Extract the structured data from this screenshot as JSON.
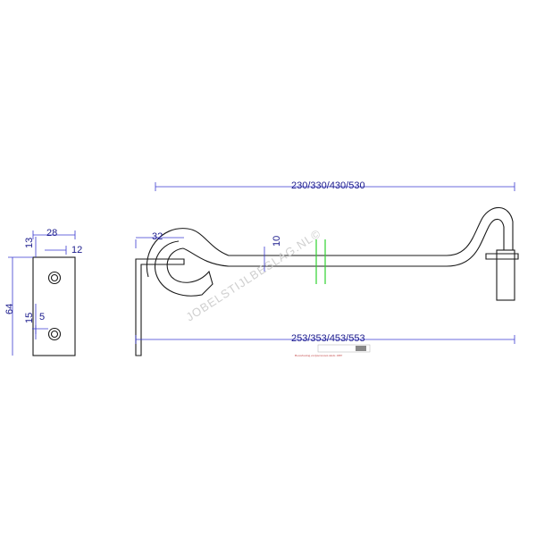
{
  "side_view": {
    "width_top": "28",
    "top_offset": "13",
    "hole_offset": "12",
    "height": "64",
    "hole_spacing": "15",
    "hole_diameter": "5"
  },
  "front_view": {
    "length_inner": "230/330/430/530",
    "hook_radius": "32",
    "rod_thickness": "10",
    "length_overall": "253/353/453/553"
  },
  "watermark": "JOBELSTIJLBESLAG.NL©",
  "stamp": "Bouwbeslag en Ijzerwaren sinds 1887",
  "colors": {
    "dimension": "#1a1a8c",
    "part": "#1a1a1a",
    "break_marks": "#2fd12f"
  }
}
